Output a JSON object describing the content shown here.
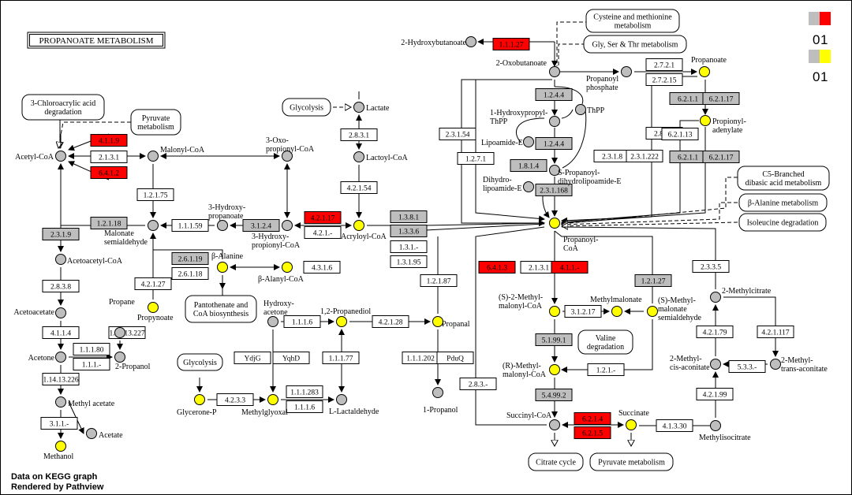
{
  "title": "PROPANOATE METABOLISM",
  "footer": {
    "line1": "Data on KEGG graph",
    "line2": "Rendered by Pathview"
  },
  "legend": {
    "gene_low": "0",
    "gene_high": "1",
    "cpd_low": "0",
    "cpd_high": "1"
  },
  "colors": {
    "gene_hit": "#ff0000",
    "gene_none": "#bebebe",
    "cpd_hit": "#ffff00",
    "cpd_none": "#bebebe",
    "box_plain": "#ffffff"
  },
  "enzymes": [
    {
      "label": "1.1.1.27",
      "state": "hit"
    },
    {
      "label": "4.1.1.9",
      "state": "hit"
    },
    {
      "label": "2.1.3.1",
      "state": "plain"
    },
    {
      "label": "6.4.1.2",
      "state": "hit"
    },
    {
      "label": "1.2.1.75",
      "state": "plain"
    },
    {
      "label": "1.2.1.18",
      "state": "gray"
    },
    {
      "label": "2.3.1.9",
      "state": "gray"
    },
    {
      "label": "2.8.3.8",
      "state": "plain"
    },
    {
      "label": "4.1.1.4",
      "state": "plain"
    },
    {
      "label": "1.1.1.80",
      "state": "plain"
    },
    {
      "label": "1.1.1.-",
      "state": "plain"
    },
    {
      "label": "1.14.13.226",
      "state": "plain"
    },
    {
      "label": "3.1.1.-",
      "state": "plain"
    },
    {
      "label": "1.14.13.227",
      "state": "plain"
    },
    {
      "label": "4.2.1.27",
      "state": "plain"
    },
    {
      "label": "1.1.1.59",
      "state": "plain"
    },
    {
      "label": "3.1.2.4",
      "state": "gray"
    },
    {
      "label": "4.2.1.17",
      "state": "hit"
    },
    {
      "label": "4.2.1.-",
      "state": "plain"
    },
    {
      "label": "2.6.1.19",
      "state": "gray"
    },
    {
      "label": "2.6.1.18",
      "state": "plain"
    },
    {
      "label": "4.3.1.6",
      "state": "plain"
    },
    {
      "label": "2.8.3.1",
      "state": "plain"
    },
    {
      "label": "4.2.1.54",
      "state": "plain"
    },
    {
      "label": "1.3.8.1",
      "state": "gray"
    },
    {
      "label": "1.3.3.6",
      "state": "gray"
    },
    {
      "label": "1.3.1.-",
      "state": "plain"
    },
    {
      "label": "1.3.1.95",
      "state": "plain"
    },
    {
      "label": "1.2.1.87",
      "state": "plain"
    },
    {
      "label": "1.1.1.6",
      "state": "plain"
    },
    {
      "label": "4.2.1.28",
      "state": "plain"
    },
    {
      "label": "YdjG",
      "state": "plain"
    },
    {
      "label": "YqhD",
      "state": "plain"
    },
    {
      "label": "1.1.1.77",
      "state": "plain"
    },
    {
      "label": "1.1.1.202",
      "state": "plain"
    },
    {
      "label": "PduQ",
      "state": "plain"
    },
    {
      "label": "4.2.3.3",
      "state": "plain"
    },
    {
      "label": "1.1.1.283",
      "state": "plain"
    },
    {
      "label": "1.1.1.6",
      "state": "plain"
    },
    {
      "label": "2.3.1.54",
      "state": "plain"
    },
    {
      "label": "1.2.7.1",
      "state": "plain"
    },
    {
      "label": "1.2.4.4",
      "state": "gray"
    },
    {
      "label": "1.2.4.4",
      "state": "gray"
    },
    {
      "label": "1.8.1.4",
      "state": "gray"
    },
    {
      "label": "2.3.1.168",
      "state": "gray"
    },
    {
      "label": "2.7.2.1",
      "state": "plain"
    },
    {
      "label": "2.7.2.15",
      "state": "plain"
    },
    {
      "label": "2.3.1.8",
      "state": "plain"
    },
    {
      "label": "2.3.1.222",
      "state": "plain"
    },
    {
      "label": "2.8.3.1",
      "state": "plain"
    },
    {
      "label": "6.2.1.1",
      "state": "gray"
    },
    {
      "label": "6.2.1.17",
      "state": "gray"
    },
    {
      "label": "6.2.1.13",
      "state": "plain"
    },
    {
      "label": "6.2.1.1",
      "state": "gray"
    },
    {
      "label": "6.2.1.17",
      "state": "gray"
    },
    {
      "label": "6.4.1.3",
      "state": "hit"
    },
    {
      "label": "2.1.3.1",
      "state": "plain"
    },
    {
      "label": "4.1.1.-",
      "state": "hit"
    },
    {
      "label": "1.2.1.27",
      "state": "gray"
    },
    {
      "label": "3.1.2.17",
      "state": "plain"
    },
    {
      "label": "5.1.99.1",
      "state": "gray"
    },
    {
      "label": "1.2.1.-",
      "state": "plain"
    },
    {
      "label": "5.4.99.2",
      "state": "gray"
    },
    {
      "label": "6.2.1.4",
      "state": "hit"
    },
    {
      "label": "6.2.1.5",
      "state": "hit"
    },
    {
      "label": "4.1.3.30",
      "state": "plain"
    },
    {
      "label": "2.8.3.-",
      "state": "plain"
    },
    {
      "label": "2.3.3.5",
      "state": "plain"
    },
    {
      "label": "4.2.1.79",
      "state": "plain"
    },
    {
      "label": "4.2.1.117",
      "state": "plain"
    },
    {
      "label": "5.3.3.-",
      "state": "plain"
    },
    {
      "label": "4.2.1.99",
      "state": "plain"
    }
  ],
  "compounds": [
    {
      "name": "2-Hydroxybutanoate",
      "state": "none"
    },
    {
      "name": "2-Oxobutanoate",
      "state": "none"
    },
    {
      "name": "Propanoyl phosphate",
      "state": "none"
    },
    {
      "name": "Propanoate",
      "state": "hit"
    },
    {
      "name": "Acetyl-CoA",
      "state": "none"
    },
    {
      "name": "Malonyl-CoA",
      "state": "none"
    },
    {
      "name": "3-Oxo-propionyl-CoA",
      "state": "none"
    },
    {
      "name": "Lactate",
      "state": "none"
    },
    {
      "name": "Lactoyl-CoA",
      "state": "none"
    },
    {
      "name": "Malonate semialdehyde",
      "state": "none"
    },
    {
      "name": "3-Hydroxy-propanoate",
      "state": "none"
    },
    {
      "name": "3-Hydroxy-propionyl-CoA",
      "state": "none"
    },
    {
      "name": "Acryloyl-CoA",
      "state": "hit"
    },
    {
      "name": "β-Alanine",
      "state": "hit"
    },
    {
      "name": "β-Alanyl-CoA",
      "state": "hit"
    },
    {
      "name": "Acetoacetyl-CoA",
      "state": "none"
    },
    {
      "name": "Acetoacetate",
      "state": "none"
    },
    {
      "name": "Acetone",
      "state": "none"
    },
    {
      "name": "2-Propanol",
      "state": "none"
    },
    {
      "name": "Propane",
      "state": "none"
    },
    {
      "name": "Propynoate",
      "state": "hit"
    },
    {
      "name": "Methyl acetate",
      "state": "none"
    },
    {
      "name": "Acetate",
      "state": "none"
    },
    {
      "name": "Methanol",
      "state": "hit"
    },
    {
      "name": "Hydroxy-acetone",
      "state": "none"
    },
    {
      "name": "1,2-Propanediol",
      "state": "hit"
    },
    {
      "name": "Propanal",
      "state": "hit"
    },
    {
      "name": "1-Propanol",
      "state": "none"
    },
    {
      "name": "Glycerone-P",
      "state": "hit"
    },
    {
      "name": "Methylglyoxal",
      "state": "hit"
    },
    {
      "name": "L-Lactaldehyde",
      "state": "none"
    },
    {
      "name": "1-Hydroxypropyl-ThPP",
      "state": "none"
    },
    {
      "name": "ThPP",
      "state": "none"
    },
    {
      "name": "Lipoamide-E",
      "state": "none"
    },
    {
      "name": "S-Propanoyl-dihydrolipoamide-E",
      "state": "none"
    },
    {
      "name": "Dihydro-lipoamide-E",
      "state": "none"
    },
    {
      "name": "Propanoyl-CoA",
      "state": "hit"
    },
    {
      "name": "Propionyl-adenylate",
      "state": "hit"
    },
    {
      "name": "(S)-2-Methyl-malonyl-CoA",
      "state": "hit"
    },
    {
      "name": "Methylmalonate",
      "state": "hit"
    },
    {
      "name": "(S)-Methyl-malonate semialdehyde",
      "state": "hit"
    },
    {
      "name": "(R)-Methyl-malonyl-CoA",
      "state": "hit"
    },
    {
      "name": "Succinyl-CoA",
      "state": "none"
    },
    {
      "name": "Succinate",
      "state": "hit"
    },
    {
      "name": "2-Methylcitrate",
      "state": "none"
    },
    {
      "name": "2-Methyl-cis-aconitate",
      "state": "none"
    },
    {
      "name": "2-Methyl-trans-aconitate",
      "state": "none"
    },
    {
      "name": "Methylisocitrate",
      "state": "none"
    }
  ],
  "pathways": [
    {
      "name": "Cysteine and methionine metabolism"
    },
    {
      "name": "Gly, Ser & Thr metabolism"
    },
    {
      "name": "3-Chloroacrylic acid degradation"
    },
    {
      "name": "Pyruvate metabolism"
    },
    {
      "name": "Glycolysis"
    },
    {
      "name": "C5-Branched dibasic acid metabolism"
    },
    {
      "name": "β-Alanine metabolism"
    },
    {
      "name": "Isoleucine degradation"
    },
    {
      "name": "Pantothenate and CoA biosynthesis"
    },
    {
      "name": "Glycolysis"
    },
    {
      "name": "Valine degradation"
    },
    {
      "name": "Citrate cycle"
    },
    {
      "name": "Pyruvate metabolism"
    }
  ]
}
